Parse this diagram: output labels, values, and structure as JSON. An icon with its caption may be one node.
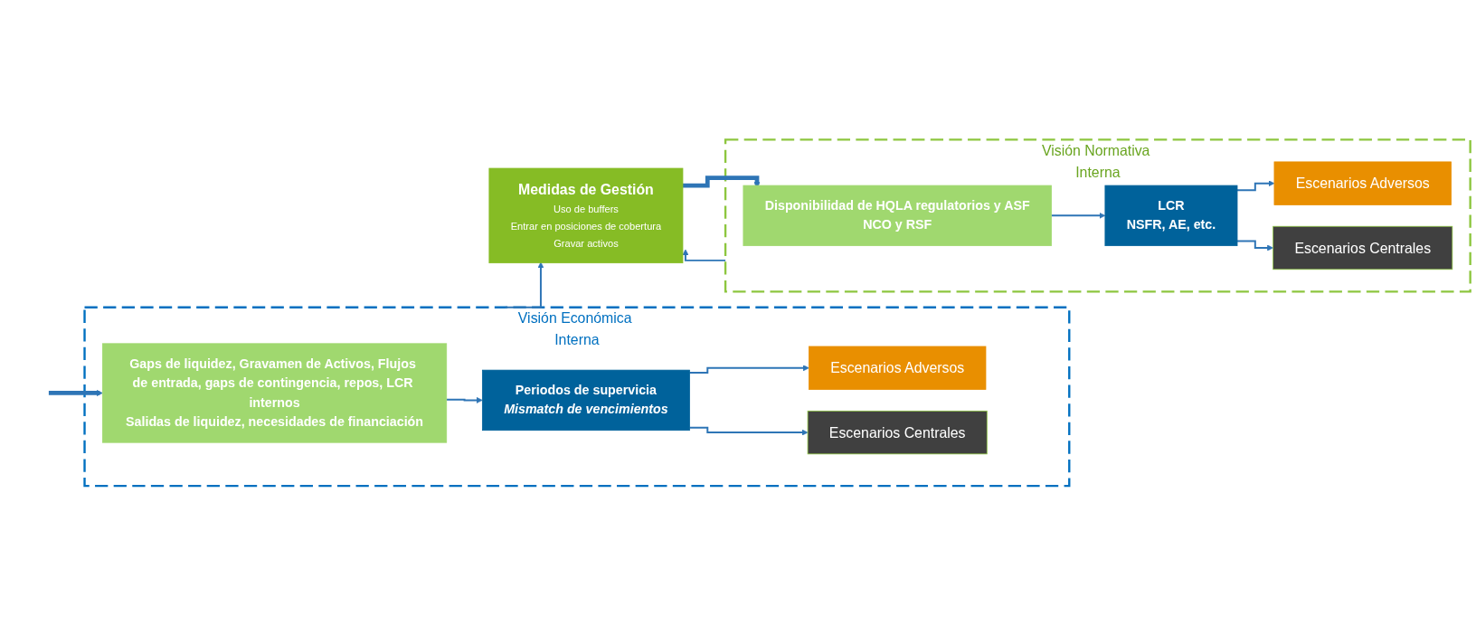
{
  "diagram": {
    "nodes": [
      {
        "text": [
          "Visión Económica Interna"
        ]
      },
      {
        "text": [
          "Gaps de liquidez, Gravamen de Activos, Flujos de entrada, gaps de contingencia, repos, LCR internos",
          "Salidas de liquidez, necesidades de financiación"
        ],
        "in": 0
      },
      {
        "text": [
          "Periodos de supervicia",
          "Mismatch de vencimientos"
        ],
        "in": 0
      },
      {
        "text": [
          "Escenarios Adversos"
        ],
        "in": 0
      },
      {
        "text": [
          "Escenarios Centrales"
        ],
        "in": 0
      },
      {
        "text": [
          "Medidas de Gestión",
          "Uso de buffers",
          "Entrar en posiciones de cobertura",
          "Gravar activos"
        ]
      },
      {
        "text": [
          "Visión Normativa Interna"
        ]
      },
      {
        "text": [
          "Disponibilidad de HQLA regulatorios y ASF",
          "NCO y RSF"
        ],
        "in": 6
      },
      {
        "text": [
          "LCR",
          "NSFR, AE, etc."
        ],
        "in": 6
      },
      {
        "text": [
          "Escenarios Adversos"
        ],
        "in": 6
      },
      {
        "text": [
          "Escenarios Centrales"
        ],
        "in": 6
      }
    ],
    "edges": [
      {
        "from": null,
        "to": 1,
        "arrow": "to",
        "style": "thick"
      },
      {
        "from": 1,
        "to": 2,
        "arrow": "to"
      },
      {
        "from": 2,
        "to": 3,
        "arrow": "to"
      },
      {
        "from": 2,
        "to": 4,
        "arrow": "to"
      },
      {
        "from": 0,
        "to": 5,
        "arrow": "to"
      },
      {
        "from": 6,
        "to": 5,
        "arrow": "to"
      },
      {
        "from": 5,
        "to": 7,
        "arrow": "to",
        "style": "thick"
      },
      {
        "from": 7,
        "to": 8,
        "arrow": "to"
      },
      {
        "from": 8,
        "to": 9,
        "arrow": "to"
      },
      {
        "from": 8,
        "to": 10,
        "arrow": "to"
      }
    ]
  }
}
